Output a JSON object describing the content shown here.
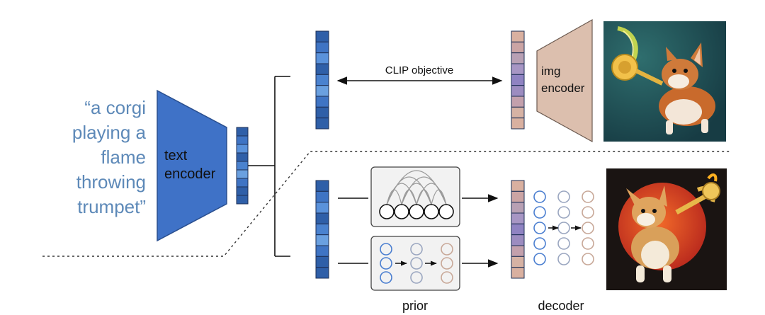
{
  "caption": {
    "lines": [
      "“a corgi",
      "playing a",
      "flame",
      "throwing",
      "trumpet”"
    ]
  },
  "labels": {
    "text_encoder": [
      "text",
      "encoder"
    ],
    "img_encoder": [
      "img",
      "encoder"
    ],
    "clip_objective": "CLIP objective",
    "prior": "prior",
    "decoder": "decoder"
  },
  "colors": {
    "caption_text": "#5d89b8",
    "text_encoder_fill": "#3f72c7",
    "img_encoder_fill": "#dcbfae",
    "embedding_blue": [
      "#2f5fa8",
      "#3f74c4",
      "#5a92db",
      "#2f5fa8",
      "#4a82cf",
      "#6aa0e0",
      "#3f74c4",
      "#2f5fa8"
    ],
    "embedding_image": [
      "#d9b0a0",
      "#cba4a4",
      "#b8a0b4",
      "#a796c4",
      "#8f83c2",
      "#9c8cc0",
      "#c3a0ac",
      "#d6b2a4"
    ]
  },
  "icons": [
    "corgi-trumpet-image-top",
    "corgi-trumpet-image-bottom"
  ]
}
